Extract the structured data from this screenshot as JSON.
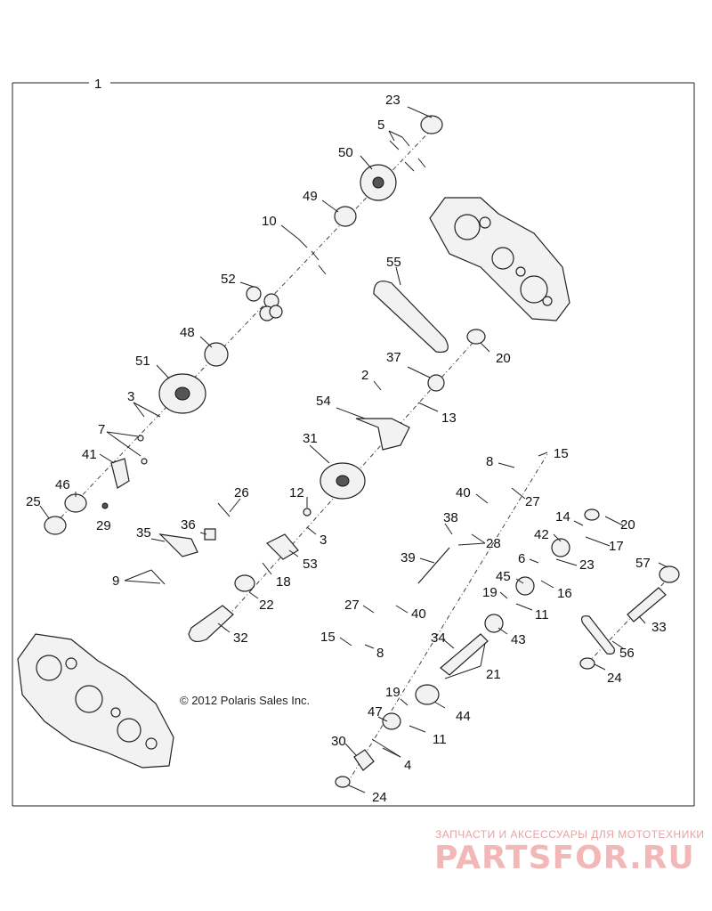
{
  "diagram": {
    "assembly_number": "1",
    "copyright": "© 2012 Polaris Sales Inc.",
    "callouts": [
      {
        "id": "c23a",
        "label": "23"
      },
      {
        "id": "c5",
        "label": "5"
      },
      {
        "id": "c50",
        "label": "50"
      },
      {
        "id": "c49",
        "label": "49"
      },
      {
        "id": "c10",
        "label": "10"
      },
      {
        "id": "c55",
        "label": "55"
      },
      {
        "id": "c52",
        "label": "52"
      },
      {
        "id": "c48",
        "label": "48"
      },
      {
        "id": "c20a",
        "label": "20"
      },
      {
        "id": "c37",
        "label": "37"
      },
      {
        "id": "c2",
        "label": "2"
      },
      {
        "id": "c51",
        "label": "51"
      },
      {
        "id": "c54",
        "label": "54"
      },
      {
        "id": "c13",
        "label": "13"
      },
      {
        "id": "c3a",
        "label": "3"
      },
      {
        "id": "c7",
        "label": "7"
      },
      {
        "id": "c31",
        "label": "31"
      },
      {
        "id": "c41",
        "label": "41"
      },
      {
        "id": "c8a",
        "label": "8"
      },
      {
        "id": "c15a",
        "label": "15"
      },
      {
        "id": "c46",
        "label": "46"
      },
      {
        "id": "c25",
        "label": "25"
      },
      {
        "id": "c26",
        "label": "26"
      },
      {
        "id": "c12",
        "label": "12"
      },
      {
        "id": "c40a",
        "label": "40"
      },
      {
        "id": "c27a",
        "label": "27"
      },
      {
        "id": "c29",
        "label": "29"
      },
      {
        "id": "c36",
        "label": "36"
      },
      {
        "id": "c35",
        "label": "35"
      },
      {
        "id": "c3b",
        "label": "3"
      },
      {
        "id": "c38",
        "label": "38"
      },
      {
        "id": "c28",
        "label": "28"
      },
      {
        "id": "c14",
        "label": "14"
      },
      {
        "id": "c20b",
        "label": "20"
      },
      {
        "id": "c42",
        "label": "42"
      },
      {
        "id": "c17",
        "label": "17"
      },
      {
        "id": "c53",
        "label": "53"
      },
      {
        "id": "c39",
        "label": "39"
      },
      {
        "id": "c6",
        "label": "6"
      },
      {
        "id": "c23b",
        "label": "23"
      },
      {
        "id": "c57",
        "label": "57"
      },
      {
        "id": "c9",
        "label": "9"
      },
      {
        "id": "c18",
        "label": "18"
      },
      {
        "id": "c45",
        "label": "45"
      },
      {
        "id": "c16",
        "label": "16"
      },
      {
        "id": "c22",
        "label": "22"
      },
      {
        "id": "c27b",
        "label": "27"
      },
      {
        "id": "c40b",
        "label": "40"
      },
      {
        "id": "c19a",
        "label": "19"
      },
      {
        "id": "c11a",
        "label": "11"
      },
      {
        "id": "c33",
        "label": "33"
      },
      {
        "id": "c32",
        "label": "32"
      },
      {
        "id": "c43",
        "label": "43"
      },
      {
        "id": "c34",
        "label": "34"
      },
      {
        "id": "c15b",
        "label": "15"
      },
      {
        "id": "c8b",
        "label": "8"
      },
      {
        "id": "c56",
        "label": "56"
      },
      {
        "id": "c21",
        "label": "21"
      },
      {
        "id": "c24a",
        "label": "24"
      },
      {
        "id": "c19b",
        "label": "19"
      },
      {
        "id": "c44",
        "label": "44"
      },
      {
        "id": "c47",
        "label": "47"
      },
      {
        "id": "c11b",
        "label": "11"
      },
      {
        "id": "c30",
        "label": "30"
      },
      {
        "id": "c4",
        "label": "4"
      },
      {
        "id": "c24b",
        "label": "24"
      }
    ]
  },
  "watermark": {
    "tagline": "ЗАПЧАСТИ И АКСЕССУАРЫ ДЛЯ МОТОТЕХНИКИ",
    "brand": "PARTSFOR.RU",
    "colors": {
      "tagline": "#e7a3a3",
      "brand": "#f2b8b8"
    }
  }
}
